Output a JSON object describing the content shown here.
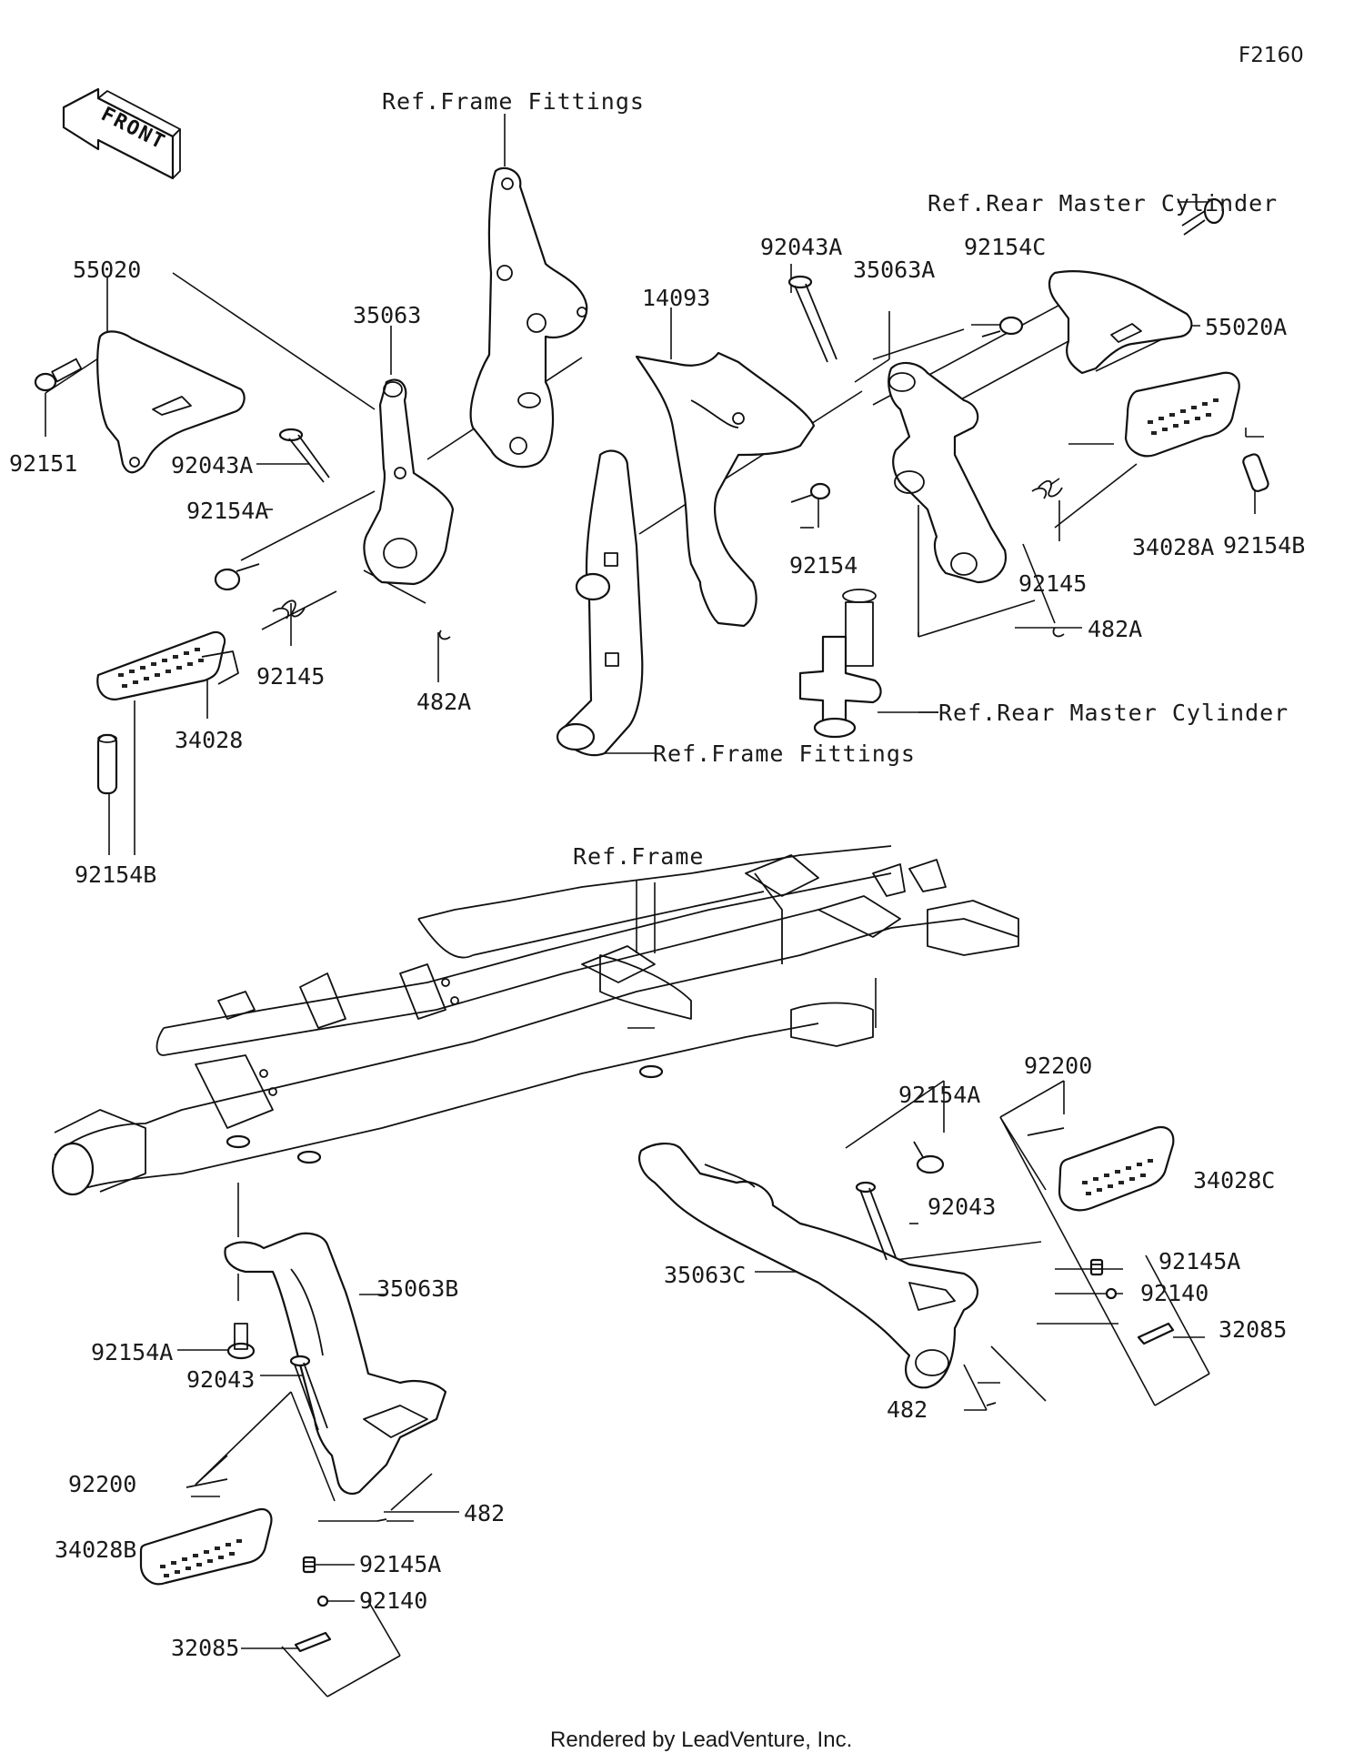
{
  "diagram": {
    "code": "F2160",
    "front_label": "FRONT",
    "footer": "Rendered by LeadVenture, Inc.",
    "callouts": {
      "ref_frame_fittings_top": "Ref.Frame Fittings",
      "ref_frame_fittings_bottom": "Ref.Frame Fittings",
      "ref_rear_master_top": "Ref.Rear Master Cylinder",
      "ref_rear_master_bottom": "Ref.Rear Master Cylinder",
      "ref_frame": "Ref.Frame",
      "p55020": "55020",
      "p92151": "92151",
      "p35063": "35063",
      "p92043A_left": "92043A",
      "p92154A_left": "92154A",
      "p92145_left": "92145",
      "p482A_left": "482A",
      "p34028": "34028",
      "p92154B_left": "92154B",
      "p14093": "14093",
      "p92043A_mid": "92043A",
      "p35063A": "35063A",
      "p92154C": "92154C",
      "p55020A": "55020A",
      "p92154": "92154",
      "p92145_right": "92145",
      "p34028A": "34028A",
      "p92154B_right": "92154B",
      "p482A_right": "482A",
      "p92200_right": "92200",
      "p92154A_mid": "92154A",
      "p34028C": "34028C",
      "p92043_right": "92043",
      "p92145A_right": "92145A",
      "p92140_right": "92140",
      "p35063C": "35063C",
      "p32085_right": "32085",
      "p482_right": "482",
      "p35063B": "35063B",
      "p92154A_low": "92154A",
      "p92043_low": "92043",
      "p92200_low": "92200",
      "p482_low": "482",
      "p34028B": "34028B",
      "p92145A_low": "92145A",
      "p92140_low": "92140",
      "p32085_low": "32085"
    }
  }
}
